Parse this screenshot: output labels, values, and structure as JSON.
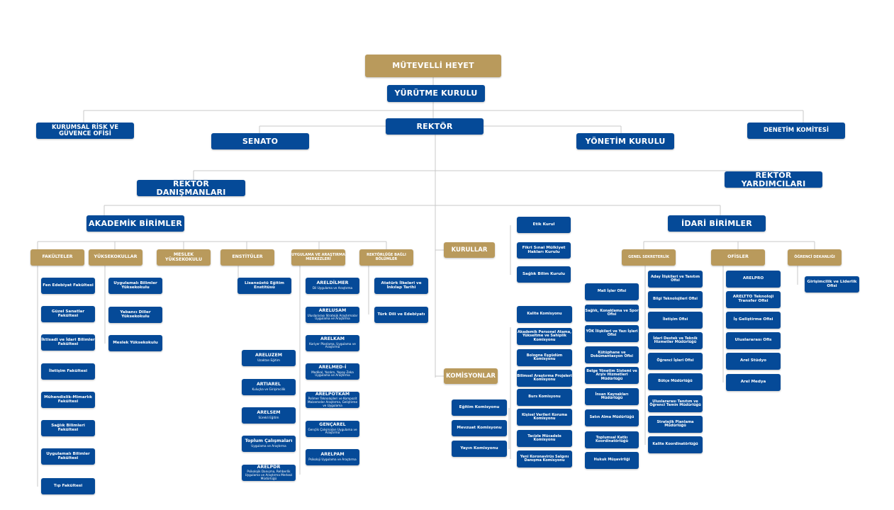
{
  "colors": {
    "gold": "#b99a5c",
    "blue": "#054a98",
    "line": "#c9c9c9"
  },
  "top": {
    "mutevelli": "MÜTEVELLİ HEYET",
    "yurutme": "YÜRÜTME KURULU",
    "risk": "KURUMSAL RİSK VE GÜVENCE OFİSİ",
    "denetim": "DENETİM KOMİTESİ",
    "rektor": "REKTÖR",
    "senato": "SENATO",
    "yonetim": "YÖNETİM KURULU",
    "danismanlar": "REKTÖR DANIŞMANLARI",
    "yardimcilar": "REKTÖR YARDIMCILARI",
    "akademik": "AKADEMİK BİRİMLER",
    "idari": "İDARİ BİRİMLER"
  },
  "akademik": {
    "fakulteler": {
      "title": "FAKÜLTELER",
      "items": [
        "Fen Edebiyat Fakültesi",
        "Güzel Sanatlar Fakültesi",
        "İktisadi ve İdari Bilimler Fakültesi",
        "İletişim Fakültesi",
        "Mühendislik-Mimarlık Fakültesi",
        "Sağlık Bilimleri Fakültesi",
        "Uygulamalı Bilimler Fakültesi",
        "Tıp Fakültesi"
      ]
    },
    "yuksekokullar": {
      "title": "YÜKSEKOKULLAR",
      "items": [
        "Uygulamalı Bilimler Yüksekokulu",
        "Yabancı Diller Yüksekokulu",
        "Meslek Yüksekokulu"
      ]
    },
    "meslek": {
      "title": "MESLEK YÜKSEKOKULU"
    },
    "enstituler": {
      "title": "ENSTİTÜLER",
      "items": [
        "Lisansüstü Eğitim Enstitüsü"
      ]
    },
    "merkezler": {
      "title": "UYGULAMA VE ARAŞTIRMA MERKEZLERİ",
      "right": [
        {
          "name": "ARELDİLMER",
          "sub": "Dil Uygulama ve Araştırma"
        },
        {
          "name": "ARELUSAM",
          "sub": "Uluslararası Stratejik Araştırmalar Uygulama ve Araştırma"
        },
        {
          "name": "ARELKAM",
          "sub": "Kariyer Planlama, Uygulama ve Araştırma"
        },
        {
          "name": "ARELMED-İ",
          "sub": "Medikal, Yazılım, Yapay Zeka Uygulama ve Araştırma"
        },
        {
          "name": "ARELPOTKAM",
          "sub": "Polimer Teknolojileri ve Kompozit Malzemeler Araştırma, Geliştirme ve Uygulama"
        },
        {
          "name": "GENÇAREL",
          "sub": "Gençlik Çalışmaları Uygulama ve Araştırma"
        },
        {
          "name": "ARELPAM",
          "sub": "Psikoloji Uygulama ve Araştırma"
        }
      ],
      "left": [
        {
          "name": "ARELUZEM",
          "sub": "Uzaktan Eğitim"
        },
        {
          "name": "ARTIAREL",
          "sub": "Kuluçka ve Girişimcilik"
        },
        {
          "name": "ARELSEM",
          "sub": "Sürekli Eğitim"
        },
        {
          "name": "Toplum Çalışmaları",
          "sub": "Uygulama ve Araştırma"
        },
        {
          "name": "ARELPDR",
          "sub": "Psikolojik Danışma, Rehberlik Uygulama ve Araştırma Merkezi Müdürlüğü"
        }
      ]
    },
    "rektorluge": {
      "title": "REKTÖRLÜĞE BAĞLI BÖLÜMLER",
      "items": [
        "Atatürk İlkeleri ve İnkılap Tarihi",
        "Türk Dili ve Edebiyatı"
      ]
    }
  },
  "kurullar": {
    "title": "KURULLAR",
    "items": [
      "Etik Kurul",
      "Fikri Sınai Mülkiyet Hakları Kurulu",
      "Sağlık Bilim Kurulu"
    ]
  },
  "komisyonlar": {
    "title": "KOMİSYONLAR",
    "right": [
      "Kalite Komisyonu",
      "Akademik Personel Atama, Yükseltme ve Sahiplik Komisyonu",
      "Bologna Eşgüdüm Komisyonu",
      "Bilimsel Araştırma Projeleri Komisyonu",
      "Burs Komisyonu",
      "Kişisel Verileri Koruma Komisyonu",
      "Tacizle Mücadele Komisyonu",
      "Yeni Koronavirüs Salgını Danışma Komisyonu"
    ],
    "left": [
      "Eğitim Komisyonu",
      "Mevzuat Komisyonu",
      "Yayın Komisyonu"
    ]
  },
  "idari": {
    "genel": {
      "title": "GENEL SEKRETERLİK",
      "left": [
        "Mali İşler Ofisi",
        "Sağlık, Konaklama ve Spor Ofisi",
        "YÖK İlişkileri ve Yazı İşleri Ofisi",
        "Kütüphane ve Dokümantasyon Ofisi",
        "Belge Yönetim Sistemi ve Arşiv Hizmetleri Müdürlüğü",
        "İnsan Kaynakları Müdürlüğü",
        "Satın Alma Müdürlüğü",
        "Toplumsal Katkı Koordinatörlüğü",
        "Hukuk Müşavirliği"
      ],
      "right": [
        "Aday İlişkileri ve Tanıtım Ofisi",
        "Bilgi Teknolojileri Ofisi",
        "İletişim Ofisi",
        "İdari Destek ve Teknik Hizmetler Müdürlüğü",
        "Öğrenci İşleri Ofisi",
        "Bütçe Müdürlüğü",
        "Uluslararası Tanıtım ve Öğrenci Temin Müdürlüğü",
        "Stratejik Planlama Müdürlüğü",
        "Kalite Koordinatörlüğü"
      ]
    },
    "ofisler": {
      "title": "OFİSLER",
      "items": [
        "ARELPRO",
        "ARELTTO Teknoloji Transfer Ofisi",
        "İş Geliştirme Ofisi",
        "Uluslararası Ofis",
        "Arel Stüdyo",
        "Arel Medya"
      ]
    },
    "dekanlik": {
      "title": "ÖĞRENCİ DEKANLIĞI",
      "items": [
        "Girişimcilik ve Liderlik Ofisi"
      ]
    }
  }
}
